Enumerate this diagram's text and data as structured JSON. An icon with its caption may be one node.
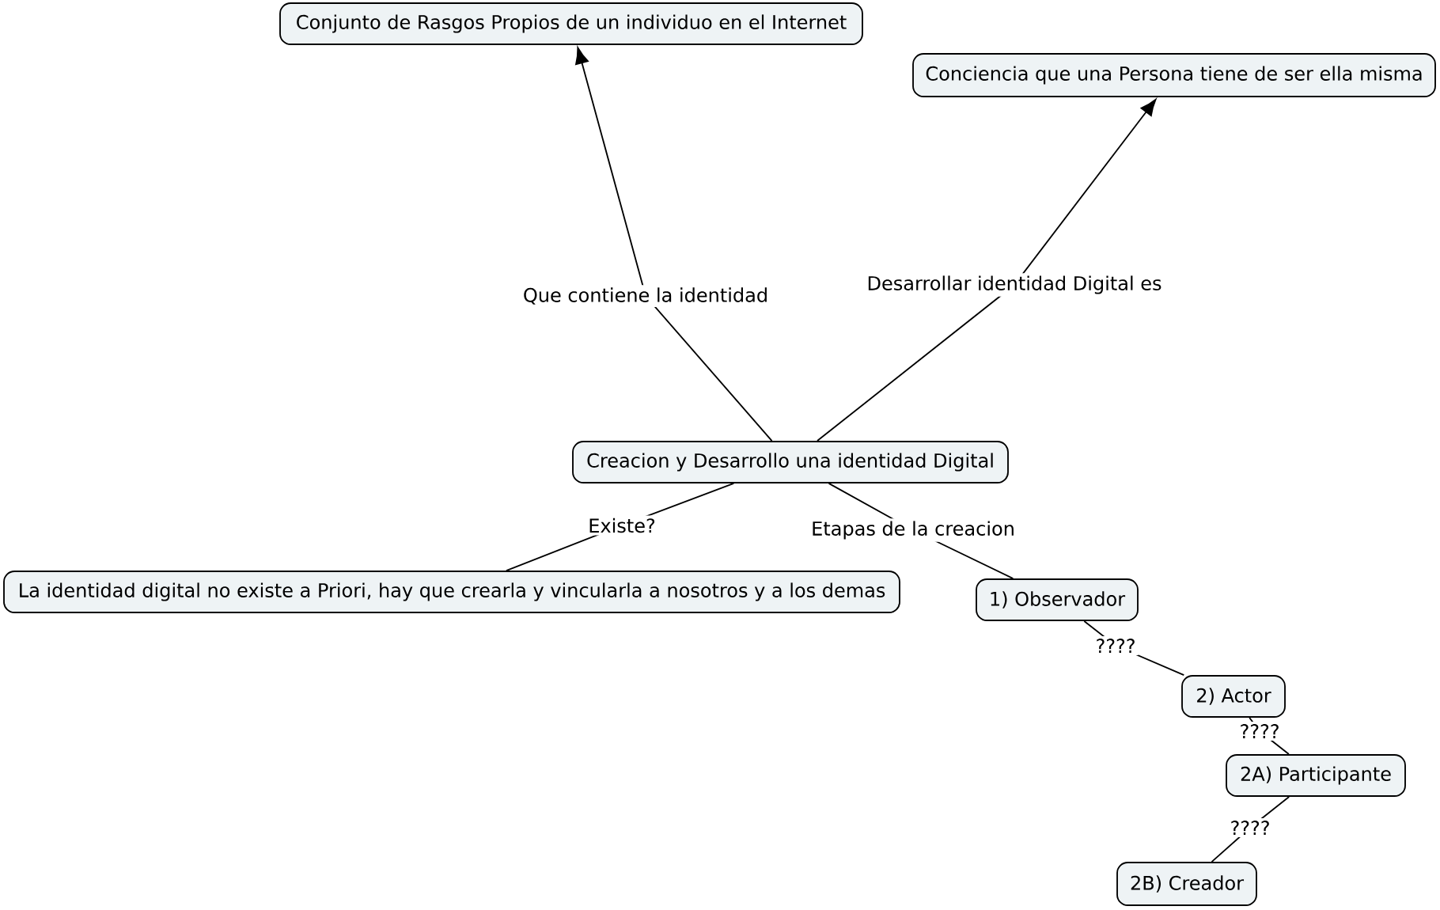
{
  "diagram": {
    "nodes": [
      {
        "text": [
          "Conjunto de Rasgos Propios de un individuo en el Internet"
        ]
      },
      {
        "text": [
          "Conciencia que una Persona tiene de ser ella misma"
        ]
      },
      {
        "text": [
          "Creacion y Desarrollo una identidad Digital"
        ]
      },
      {
        "text": [
          "La identidad digital no existe a Priori, hay que crearla y vincularla a nosotros y a los demas"
        ]
      },
      {
        "text": [
          "1) Observador"
        ]
      },
      {
        "text": [
          "2) Actor"
        ]
      },
      {
        "text": [
          "2A) Participante"
        ]
      },
      {
        "text": [
          "2B) Creador"
        ]
      }
    ],
    "edges": [
      {
        "from": 2,
        "to": 0,
        "arrow": "to",
        "label": "Que contiene la identidad"
      },
      {
        "from": 2,
        "to": 1,
        "arrow": "to",
        "label": "Desarrollar identidad Digital es"
      },
      {
        "from": 2,
        "to": 3,
        "arrow": "none",
        "label": "Existe?"
      },
      {
        "from": 2,
        "to": 4,
        "arrow": "none",
        "label": "Etapas de la creacion"
      },
      {
        "from": 4,
        "to": 5,
        "arrow": "none",
        "label": "????"
      },
      {
        "from": 5,
        "to": 6,
        "arrow": "none",
        "label": "????"
      },
      {
        "from": 6,
        "to": 7,
        "arrow": "none",
        "label": "????"
      }
    ]
  }
}
